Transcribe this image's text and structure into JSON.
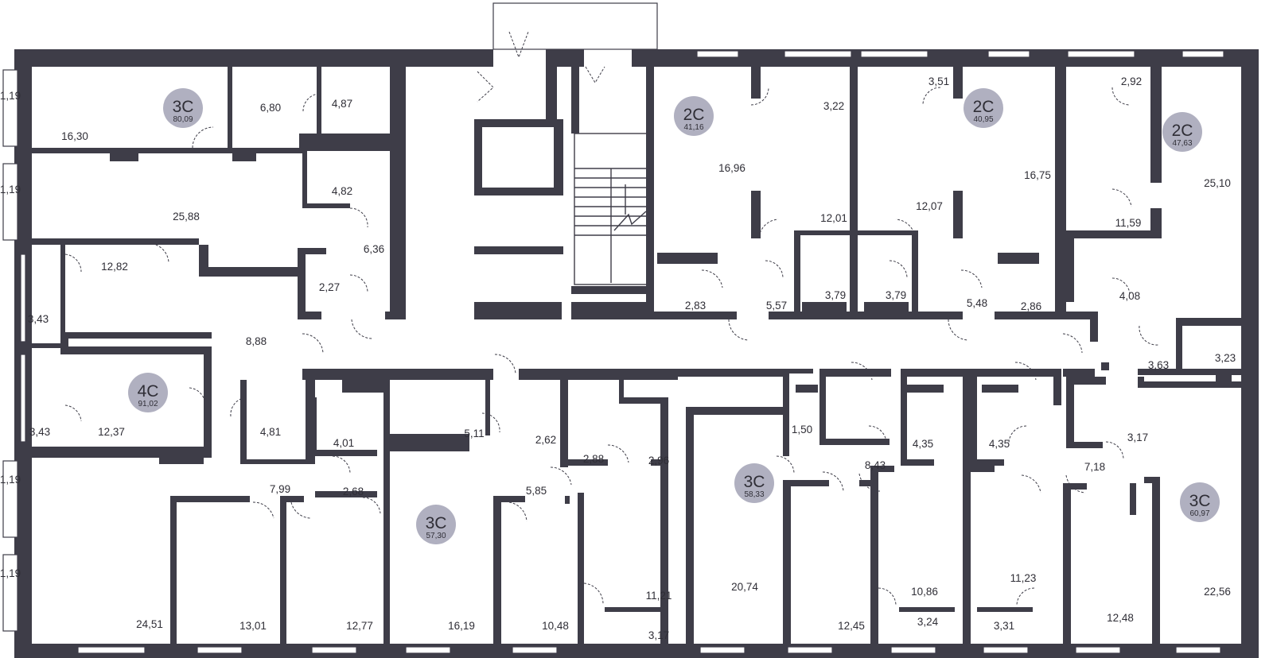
{
  "palette": {
    "wall": "#3e3d48",
    "badge": "#b0b0c0",
    "text": "#2f2e36",
    "background": "#ffffff"
  },
  "apartments": [
    {
      "code": "3С",
      "area": "80,09"
    },
    {
      "code": "4С",
      "area": "91,02"
    },
    {
      "code": "2С",
      "area": "41,16"
    },
    {
      "code": "2С",
      "area": "40,95"
    },
    {
      "code": "2С",
      "area": "47,63"
    },
    {
      "code": "3С",
      "area": "57,30"
    },
    {
      "code": "3С",
      "area": "58,33"
    },
    {
      "code": "3С",
      "area": "60,97"
    }
  ],
  "room_areas": [
    "1,19",
    "1,19",
    "1,19",
    "1,19",
    "16,30",
    "6,80",
    "4,87",
    "25,88",
    "4,82",
    "6,36",
    "12,82",
    "2,27",
    "3,43",
    "3,43",
    "8,88",
    "12,37",
    "4,81",
    "4,01",
    "2,68",
    "7,99",
    "24,51",
    "13,01",
    "12,77",
    "5,11",
    "2,62",
    "2,88",
    "2,96",
    "5,85",
    "16,19",
    "10,48",
    "11,21",
    "3,17",
    "16,96",
    "3,22",
    "12,01",
    "3,51",
    "12,07",
    "16,75",
    "2,83",
    "5,57",
    "3,79",
    "3,79",
    "5,48",
    "2,86",
    "2,92",
    "11,59",
    "25,10",
    "4,08",
    "3,63",
    "3,23",
    "1,50",
    "8,43",
    "20,74",
    "12,45",
    "4,35",
    "10,86",
    "3,24",
    "4,35",
    "11,23",
    "3,31",
    "3,17",
    "7,18",
    "12,48",
    "22,56"
  ]
}
